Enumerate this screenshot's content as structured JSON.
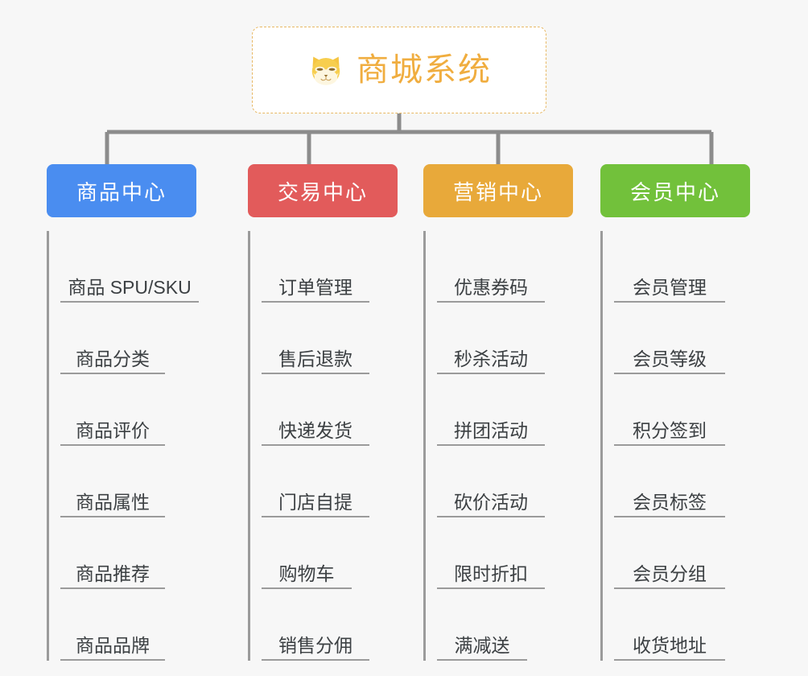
{
  "page": {
    "background_color": "#f7f7f7",
    "diagram_type": "org-chart-mindmap"
  },
  "root": {
    "title": "商城系统",
    "icon": "shiba-dog-emoji",
    "text_color": "#f0ad3f",
    "border_color": "#e8b864",
    "background_color": "#ffffff"
  },
  "connector": {
    "color": "#8c8c8c"
  },
  "branches": [
    {
      "label": "商品中心",
      "color": "#4a8df0",
      "items": [
        "商品 SPU/SKU",
        "商品分类",
        "商品评价",
        "商品属性",
        "商品推荐",
        "商品品牌"
      ]
    },
    {
      "label": "交易中心",
      "color": "#e25b5b",
      "items": [
        "订单管理",
        "售后退款",
        "快递发货",
        "门店自提",
        "购物车",
        "销售分佣"
      ]
    },
    {
      "label": "营销中心",
      "color": "#e8a93a",
      "items": [
        "优惠券码",
        "秒杀活动",
        "拼团活动",
        "砍价活动",
        "限时折扣",
        "满减送"
      ]
    },
    {
      "label": "会员中心",
      "color": "#72c13b",
      "items": [
        "会员管理",
        "会员等级",
        "积分签到",
        "会员标签",
        "会员分组",
        "收货地址"
      ]
    }
  ]
}
